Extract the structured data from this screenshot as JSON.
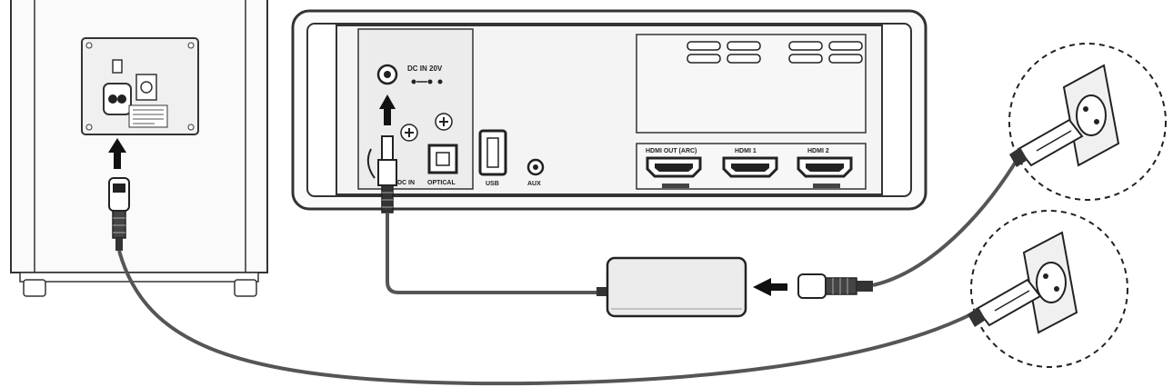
{
  "labels": {
    "dc_in": "DC IN",
    "dc_voltage": "DC IN 20V",
    "optical": "OPTICAL",
    "usb": "USB",
    "aux": "AUX",
    "hdmi_out": "HDMI OUT (ARC)",
    "hdmi_1": "HDMI 1",
    "hdmi_2": "HDMI 2"
  },
  "colors": {
    "line": "#222222",
    "cable": "#555555",
    "panel": "#f2f2f2",
    "fill": "#e6e6e6"
  }
}
